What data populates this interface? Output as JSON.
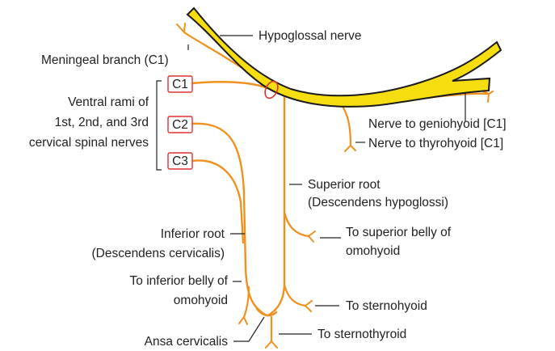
{
  "colors": {
    "hypoglossal_fill": "#f5dd10",
    "hypoglossal_outline": "#1a1a1a",
    "nerve": "#f0901e",
    "c_box_border": "#e03030",
    "label_text": "#222222"
  },
  "labels": {
    "hypoglossal": "Hypoglossal nerve",
    "meningeal": "Meningeal branch (C1)",
    "ventral_line1": "Ventral rami of",
    "ventral_line2": "1st, 2nd, and 3rd",
    "ventral_line3": "cervical spinal nerves",
    "c1": "C1",
    "c2": "C2",
    "c3": "C3",
    "geniohyoid": "Nerve to geniohyoid [C1]",
    "thyrohyoid": "Nerve to thyrohyoid [C1]",
    "superior_root_line1": "Superior root",
    "superior_root_line2": "(Descendens hypoglossi)",
    "inferior_root_line1": "Inferior root",
    "inferior_root_line2": "(Descendens cervicalis)",
    "sup_omohyoid_line1": "To superior belly of",
    "sup_omohyoid_line2": "omohyoid",
    "inf_omohyoid_line1": "To inferior belly of",
    "inf_omohyoid_line2": "omohyoid",
    "sternohyoid": "To sternohyoid",
    "ansa": "Ansa cervicalis",
    "sternothyroid": "To sternothyroid"
  }
}
